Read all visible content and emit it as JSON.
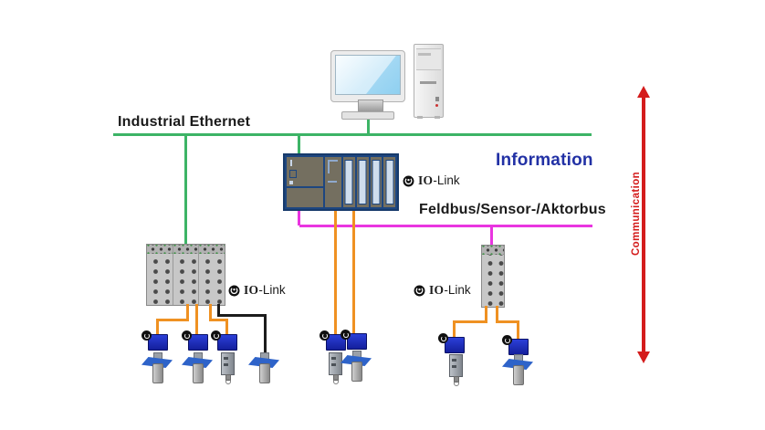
{
  "labels": {
    "industrial_ethernet": "Industrial Ethernet",
    "information": "Information",
    "fieldbus": "Feldbus/Sensor-/Aktorbus",
    "communication": "Communication"
  },
  "io_link_label": {
    "bold": "IO",
    "rest": "-Link"
  },
  "colors": {
    "ethernet_green": "#3db466",
    "fieldbus_magenta": "#e935e0",
    "io_link_cable_orange": "#ef9122",
    "standard_cable_black": "#1c1c1c",
    "communication_red": "#d41c1c",
    "information_blue": "#2231a5",
    "io_device_blue": "#1e2fc0"
  },
  "icons": {
    "io_link_logo": "black circle with white swirl"
  }
}
